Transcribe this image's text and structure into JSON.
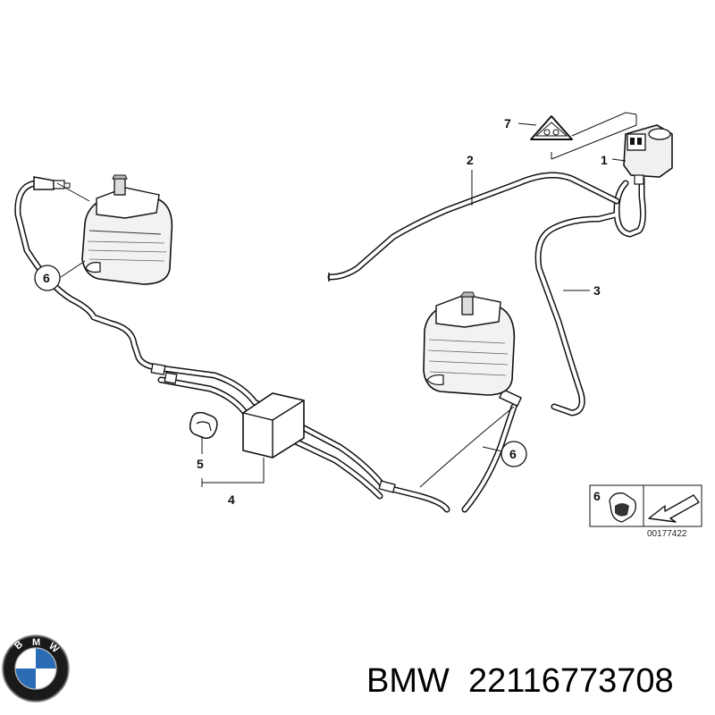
{
  "callouts": {
    "c1": "1",
    "c2": "2",
    "c3": "3",
    "c4": "4",
    "c5": "5",
    "c6a": "6",
    "c6b": "6",
    "c6c": "6",
    "c7": "7"
  },
  "reference_number": "00177422",
  "footer": {
    "brand": "BMW",
    "part_number": "22116773708"
  },
  "logo": {
    "letters": "BMW",
    "colors": {
      "ring": "#1a1a1a",
      "blue": "#2a6db5",
      "white": "#ffffff"
    }
  }
}
